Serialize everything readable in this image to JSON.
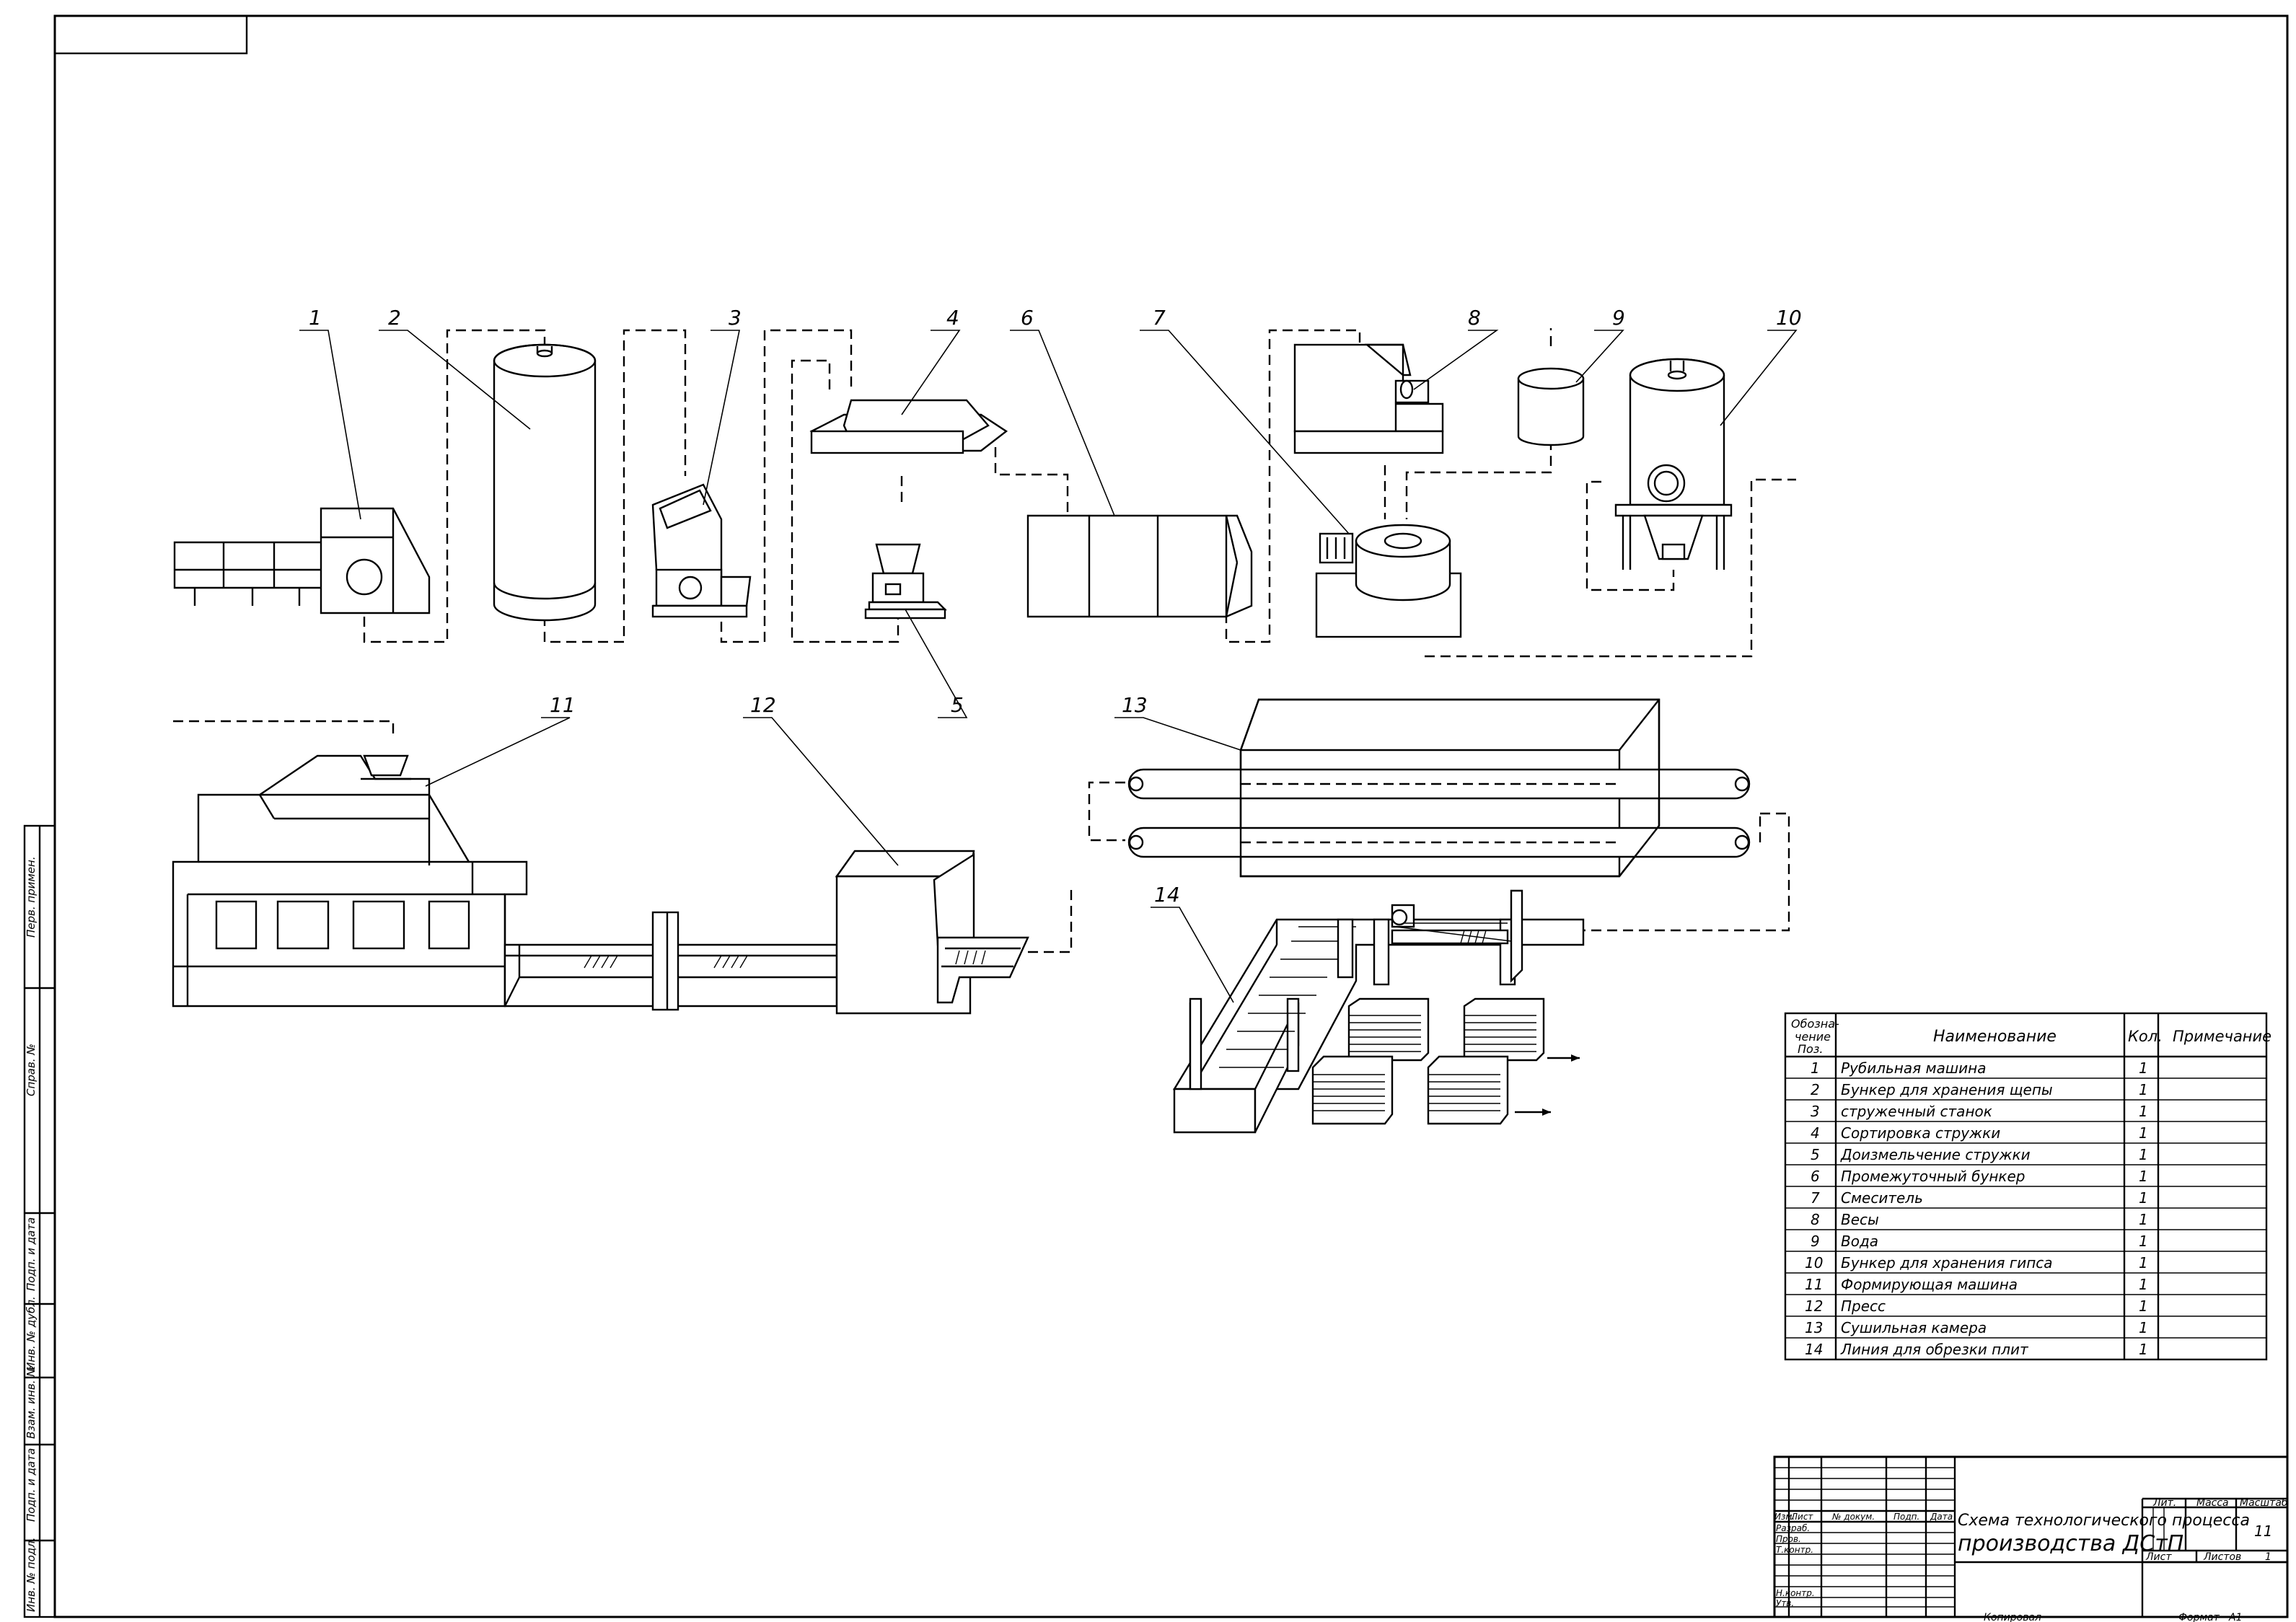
{
  "positions": [
    "1",
    "2",
    "3",
    "4",
    "5",
    "6",
    "7",
    "8",
    "9",
    "10",
    "11",
    "12",
    "13",
    "14"
  ],
  "spec_table": {
    "headers": {
      "designation_line1": "Обозна-",
      "designation_line2": "чение",
      "designation_line3": "Поз.",
      "name": "Наименование",
      "qty": "Кол.",
      "note": "Примечание"
    },
    "rows": [
      {
        "pos": "1",
        "name": "Рубильная машина",
        "qty": "1"
      },
      {
        "pos": "2",
        "name": "Бункер для хранения щепы",
        "qty": "1"
      },
      {
        "pos": "3",
        "name": "стружечный станок",
        "qty": "1"
      },
      {
        "pos": "4",
        "name": "Сортировка стружки",
        "qty": "1"
      },
      {
        "pos": "5",
        "name": "Доизмельчение стружки",
        "qty": "1"
      },
      {
        "pos": "6",
        "name": "Промежуточный бункер",
        "qty": "1"
      },
      {
        "pos": "7",
        "name": "Смеситель",
        "qty": "1"
      },
      {
        "pos": "8",
        "name": "Весы",
        "qty": "1"
      },
      {
        "pos": "9",
        "name": "Вода",
        "qty": "1"
      },
      {
        "pos": "10",
        "name": "Бункер для хранения гипса",
        "qty": "1"
      },
      {
        "pos": "11",
        "name": "Формирующая машина",
        "qty": "1"
      },
      {
        "pos": "12",
        "name": "Пресс",
        "qty": "1"
      },
      {
        "pos": "13",
        "name": "Сушильная камера",
        "qty": "1"
      },
      {
        "pos": "14",
        "name": "Линия для обрезки плит",
        "qty": "1"
      }
    ]
  },
  "title_block": {
    "title_line1": "Схема технологического процесса",
    "title_line2": "производства ДСтП",
    "col_izm": "Изм.",
    "col_list": "Лист",
    "col_doc": "№ докум.",
    "col_sign": "Подп.",
    "col_date": "Дата",
    "row_razrab": "Разраб.",
    "row_prov": "Пров.",
    "row_tkontr": "Т.контр.",
    "row_nkontr": "Н.контр.",
    "row_utv": "Утв.",
    "lit": "Лит.",
    "mass": "Масса",
    "scale": "Масштаб",
    "scale_value": "11",
    "sheet": "Лист",
    "sheets": "Листов",
    "sheets_value": "1",
    "copied": "Копировал",
    "format": "Формат",
    "format_value": "А1"
  },
  "side_stamp": [
    "Перв. примен.",
    "Справ. №",
    "Подп. и дата",
    "Инв. № дубл.",
    "Взам. инв. №",
    "Подп. и дата",
    "Инв. № подл."
  ]
}
